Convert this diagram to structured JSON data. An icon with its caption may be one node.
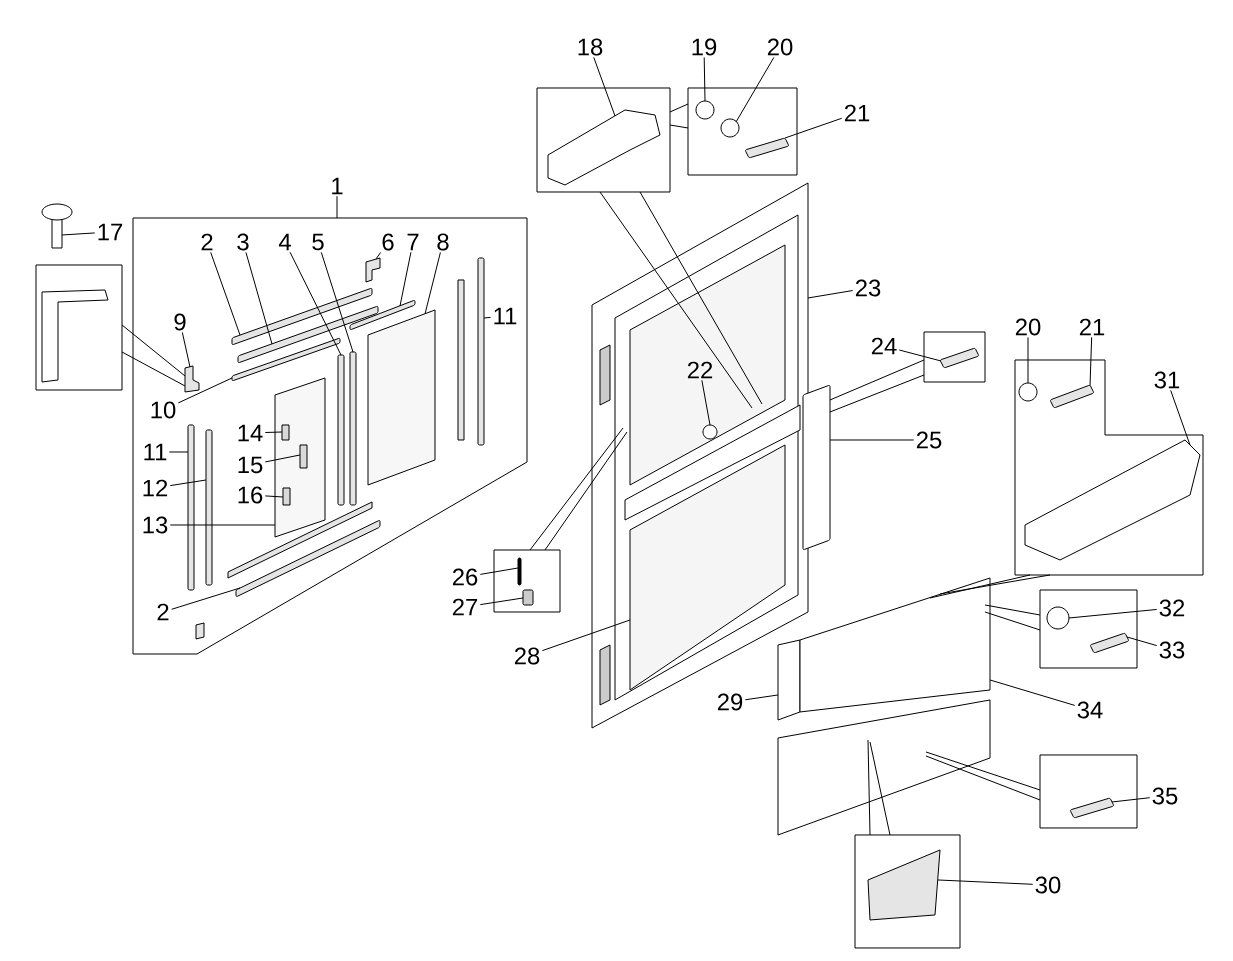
{
  "diagram": {
    "nodes": [
      {
        "text": [
          "1"
        ]
      },
      {
        "text": [
          "17"
        ]
      },
      {
        "text": [
          "2"
        ],
        "in": 39
      },
      {
        "text": [
          "3"
        ],
        "in": 39
      },
      {
        "text": [
          "4"
        ],
        "in": 39
      },
      {
        "text": [
          "5"
        ],
        "in": 39
      },
      {
        "text": [
          "6"
        ],
        "in": 39
      },
      {
        "text": [
          "7"
        ],
        "in": 39
      },
      {
        "text": [
          "8"
        ],
        "in": 39
      },
      {
        "text": [
          "11"
        ],
        "in": 39
      },
      {
        "text": [
          "9"
        ],
        "in": 39
      },
      {
        "text": [
          "10"
        ],
        "in": 39
      },
      {
        "text": [
          "11"
        ],
        "in": 39
      },
      {
        "text": [
          "14"
        ],
        "in": 39
      },
      {
        "text": [
          "15"
        ],
        "in": 39
      },
      {
        "text": [
          "16"
        ],
        "in": 39
      },
      {
        "text": [
          "12"
        ],
        "in": 39
      },
      {
        "text": [
          "13"
        ],
        "in": 39
      },
      {
        "text": [
          "2"
        ],
        "in": 39
      },
      {
        "text": [
          "18"
        ]
      },
      {
        "text": [
          "19"
        ]
      },
      {
        "text": [
          "20"
        ]
      },
      {
        "text": [
          "21"
        ]
      },
      {
        "text": [
          "23"
        ]
      },
      {
        "text": [
          "24"
        ]
      },
      {
        "text": [
          "22"
        ],
        "in": 49
      },
      {
        "text": [
          "25"
        ]
      },
      {
        "text": [
          "20"
        ]
      },
      {
        "text": [
          "21"
        ]
      },
      {
        "text": [
          "31"
        ]
      },
      {
        "text": [
          "26"
        ]
      },
      {
        "text": [
          "27"
        ]
      },
      {
        "text": [
          "28"
        ]
      },
      {
        "text": [
          "32"
        ]
      },
      {
        "text": [
          "33"
        ]
      },
      {
        "text": [
          "29"
        ]
      },
      {
        "text": [
          "34"
        ]
      },
      {
        "text": [
          "35"
        ]
      },
      {
        "text": [
          "30"
        ]
      },
      {
        "text": [],
        "shape": "box"
      },
      {
        "text": [],
        "shape": "box"
      },
      {
        "text": [],
        "shape": "box"
      },
      {
        "text": [],
        "shape": "box"
      },
      {
        "text": [],
        "shape": "box"
      },
      {
        "text": [],
        "shape": "box"
      },
      {
        "text": [],
        "shape": "box"
      },
      {
        "text": [],
        "shape": "box"
      },
      {
        "text": [],
        "shape": "box"
      },
      {
        "text": [],
        "shape": "box"
      },
      {
        "text": [],
        "shape": "picture"
      },
      {
        "text": [],
        "shape": "picture"
      },
      {
        "text": [],
        "shape": "bar",
        "in": 39
      },
      {
        "text": [],
        "shape": "bar",
        "in": 39
      },
      {
        "text": [],
        "shape": "bar",
        "in": 39
      },
      {
        "text": [],
        "shape": "bar",
        "in": 39
      },
      {
        "text": [],
        "shape": "box",
        "in": 39
      },
      {
        "text": [],
        "shape": "bar",
        "in": 39
      },
      {
        "text": [],
        "shape": "box",
        "in": 39
      },
      {
        "text": [],
        "shape": "bar",
        "in": 39
      },
      {
        "text": [],
        "shape": "box",
        "in": 39
      },
      {
        "text": [],
        "shape": "bar",
        "in": 39
      },
      {
        "text": [],
        "shape": "bar",
        "in": 39
      },
      {
        "text": [],
        "shape": "box",
        "in": 39
      },
      {
        "text": [],
        "shape": "box",
        "in": 62
      },
      {
        "text": [],
        "shape": "box",
        "in": 62
      },
      {
        "text": [],
        "shape": "box",
        "in": 62
      },
      {
        "text": [],
        "shape": "bar",
        "in": 39
      },
      {
        "text": [],
        "shape": "bar",
        "in": 39
      },
      {
        "text": [],
        "shape": "box",
        "in": 41
      },
      {
        "text": [],
        "shape": "circle",
        "in": 42
      },
      {
        "text": [],
        "shape": "circle",
        "in": 42
      },
      {
        "text": [],
        "shape": "bar",
        "in": 42
      },
      {
        "text": [],
        "shape": "circle",
        "in": 49
      },
      {
        "text": [],
        "shape": "bar"
      },
      {
        "text": [],
        "shape": "bar",
        "in": 43
      },
      {
        "text": [],
        "shape": "circle",
        "in": 44
      },
      {
        "text": [],
        "shape": "bar",
        "in": 44
      },
      {
        "text": [],
        "shape": "box",
        "in": 44
      },
      {
        "text": [],
        "shape": "bar",
        "in": 45
      },
      {
        "text": [],
        "shape": "bar",
        "in": 45
      },
      {
        "text": [],
        "shape": "box",
        "in": 49
      },
      {
        "text": [],
        "shape": "circle",
        "in": 46
      },
      {
        "text": [],
        "shape": "bar",
        "in": 46
      },
      {
        "text": [],
        "shape": "box"
      },
      {
        "text": [],
        "shape": "box"
      },
      {
        "text": [],
        "shape": "bar",
        "in": 47
      },
      {
        "text": [],
        "shape": "box",
        "in": 48
      },
      {
        "text": [],
        "shape": "box"
      }
    ],
    "edges": [
      {
        "from": 0,
        "to": 39,
        "arrow": "none"
      },
      {
        "from": 1,
        "to": 50,
        "arrow": "none"
      },
      {
        "from": 2,
        "to": 51,
        "arrow": "none"
      },
      {
        "from": 3,
        "to": 52,
        "arrow": "none"
      },
      {
        "from": 4,
        "to": 53,
        "arrow": "none"
      },
      {
        "from": 5,
        "to": 54,
        "arrow": "none"
      },
      {
        "from": 6,
        "to": 55,
        "arrow": "none"
      },
      {
        "from": 7,
        "to": 56,
        "arrow": "none"
      },
      {
        "from": 8,
        "to": 57,
        "arrow": "none"
      },
      {
        "from": 9,
        "to": 58,
        "arrow": "none"
      },
      {
        "from": 10,
        "to": 59,
        "arrow": "none"
      },
      {
        "from": 11,
        "to": 60,
        "arrow": "none"
      },
      {
        "from": 12,
        "to": 61,
        "arrow": "none"
      },
      {
        "from": 13,
        "to": 63,
        "arrow": "none"
      },
      {
        "from": 14,
        "to": 64,
        "arrow": "none"
      },
      {
        "from": 15,
        "to": 65,
        "arrow": "none"
      },
      {
        "from": 16,
        "to": 66,
        "arrow": "none"
      },
      {
        "from": 17,
        "to": 62,
        "arrow": "none"
      },
      {
        "from": 18,
        "to": 67,
        "arrow": "none"
      },
      {
        "from": 19,
        "to": 68,
        "arrow": "none"
      },
      {
        "from": 20,
        "to": 69,
        "arrow": "none"
      },
      {
        "from": 21,
        "to": 70,
        "arrow": "none"
      },
      {
        "from": 22,
        "to": 71,
        "arrow": "none"
      },
      {
        "from": 23,
        "to": 49,
        "arrow": "none"
      },
      {
        "from": 24,
        "to": 74,
        "arrow": "none"
      },
      {
        "from": 25,
        "to": 72,
        "arrow": "none"
      },
      {
        "from": 26,
        "to": 73,
        "arrow": "none"
      },
      {
        "from": 27,
        "to": 75,
        "arrow": "none"
      },
      {
        "from": 28,
        "to": 76,
        "arrow": "none"
      },
      {
        "from": 29,
        "to": 77,
        "arrow": "none"
      },
      {
        "from": 30,
        "to": 78,
        "arrow": "none"
      },
      {
        "from": 31,
        "to": 79,
        "arrow": "none"
      },
      {
        "from": 32,
        "to": 80,
        "arrow": "none"
      },
      {
        "from": 33,
        "to": 81,
        "arrow": "none"
      },
      {
        "from": 34,
        "to": 82,
        "arrow": "none"
      },
      {
        "from": 35,
        "to": 83,
        "arrow": "none"
      },
      {
        "from": 36,
        "to": 84,
        "arrow": "none"
      },
      {
        "from": 37,
        "to": 85,
        "arrow": "none"
      },
      {
        "from": 38,
        "to": 86,
        "arrow": "none"
      },
      {
        "from": 40,
        "to": 59,
        "arrow": "none"
      },
      {
        "from": 40,
        "to": 59,
        "arrow": "none"
      },
      {
        "from": 41,
        "to": 49,
        "arrow": "none"
      },
      {
        "from": 41,
        "to": 49,
        "arrow": "none"
      },
      {
        "from": 41,
        "to": 42,
        "arrow": "none"
      },
      {
        "from": 41,
        "to": 42,
        "arrow": "none"
      },
      {
        "from": 43,
        "to": 73,
        "arrow": "none"
      },
      {
        "from": 43,
        "to": 73,
        "arrow": "none"
      },
      {
        "from": 44,
        "to": 84,
        "arrow": "none"
      },
      {
        "from": 44,
        "to": 84,
        "arrow": "none"
      },
      {
        "from": 45,
        "to": 49,
        "arrow": "none"
      },
      {
        "from": 45,
        "to": 49,
        "arrow": "none"
      },
      {
        "from": 46,
        "to": 84,
        "arrow": "none"
      },
      {
        "from": 46,
        "to": 84,
        "arrow": "none"
      },
      {
        "from": 47,
        "to": 87,
        "arrow": "none"
      },
      {
        "from": 47,
        "to": 87,
        "arrow": "none"
      },
      {
        "from": 48,
        "to": 87,
        "arrow": "none"
      },
      {
        "from": 48,
        "to": 87,
        "arrow": "none"
      }
    ]
  }
}
